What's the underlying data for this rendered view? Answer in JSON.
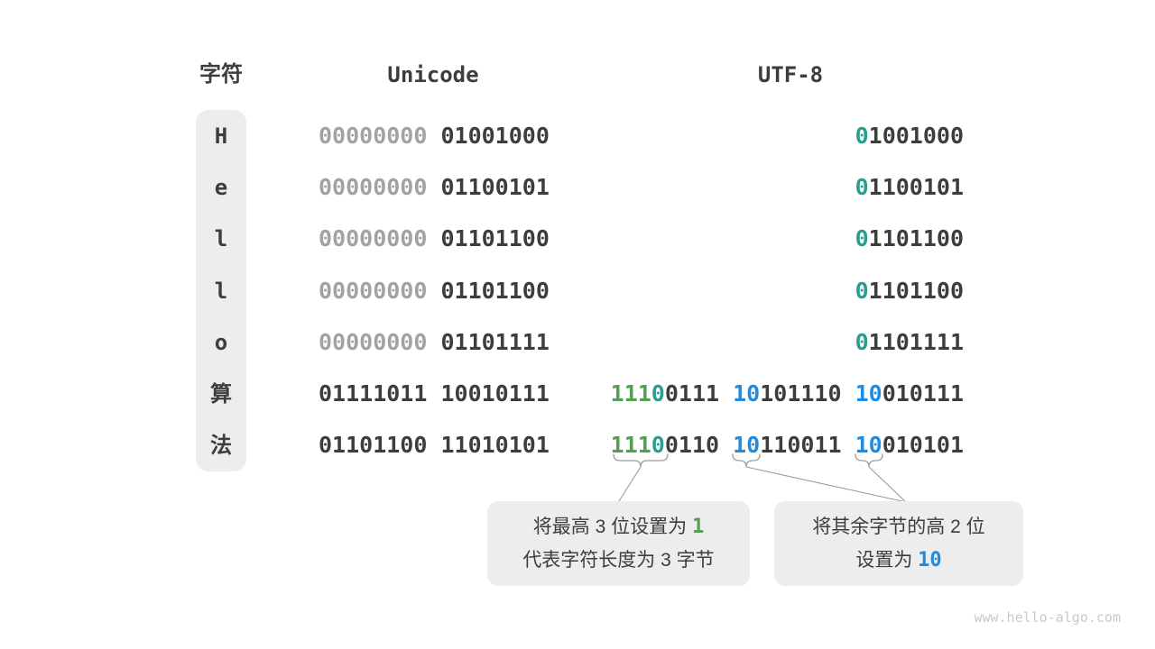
{
  "diagram": {
    "headers": {
      "char": "字符",
      "unicode": "Unicode",
      "utf8": "UTF-8"
    },
    "rows": [
      {
        "char": "H",
        "unicode": [
          {
            "t": "00000000",
            "c": "gray"
          },
          {
            "t": " 01001000",
            "c": "dark"
          }
        ],
        "utf8": [
          {
            "t": "0",
            "c": "teal"
          },
          {
            "t": "1001000",
            "c": "dark"
          }
        ]
      },
      {
        "char": "e",
        "unicode": [
          {
            "t": "00000000",
            "c": "gray"
          },
          {
            "t": " 01100101",
            "c": "dark"
          }
        ],
        "utf8": [
          {
            "t": "0",
            "c": "teal"
          },
          {
            "t": "1100101",
            "c": "dark"
          }
        ]
      },
      {
        "char": "l",
        "unicode": [
          {
            "t": "00000000",
            "c": "gray"
          },
          {
            "t": " 01101100",
            "c": "dark"
          }
        ],
        "utf8": [
          {
            "t": "0",
            "c": "teal"
          },
          {
            "t": "1101100",
            "c": "dark"
          }
        ]
      },
      {
        "char": "l",
        "unicode": [
          {
            "t": "00000000",
            "c": "gray"
          },
          {
            "t": " 01101100",
            "c": "dark"
          }
        ],
        "utf8": [
          {
            "t": "0",
            "c": "teal"
          },
          {
            "t": "1101100",
            "c": "dark"
          }
        ]
      },
      {
        "char": "o",
        "unicode": [
          {
            "t": "00000000",
            "c": "gray"
          },
          {
            "t": " 01101111",
            "c": "dark"
          }
        ],
        "utf8": [
          {
            "t": "0",
            "c": "teal"
          },
          {
            "t": "1101111",
            "c": "dark"
          }
        ]
      },
      {
        "char": "算",
        "unicode": [
          {
            "t": "01111011 10010111",
            "c": "dark"
          }
        ],
        "utf8": [
          {
            "t": "111",
            "c": "green"
          },
          {
            "t": "0",
            "c": "teal"
          },
          {
            "t": "0111 ",
            "c": "dark"
          },
          {
            "t": "10",
            "c": "blue"
          },
          {
            "t": "101110 ",
            "c": "dark"
          },
          {
            "t": "10",
            "c": "blue"
          },
          {
            "t": "010111",
            "c": "dark"
          }
        ]
      },
      {
        "char": "法",
        "unicode": [
          {
            "t": "01101100 11010101",
            "c": "dark"
          }
        ],
        "utf8": [
          {
            "t": "111",
            "c": "green"
          },
          {
            "t": "0",
            "c": "teal"
          },
          {
            "t": "0110 ",
            "c": "dark"
          },
          {
            "t": "10",
            "c": "blue"
          },
          {
            "t": "110011 ",
            "c": "dark"
          },
          {
            "t": "10",
            "c": "blue"
          },
          {
            "t": "010101",
            "c": "dark"
          }
        ]
      }
    ],
    "callouts": {
      "left": {
        "lines": [
          [
            {
              "t": "将最高 3 位设置为 ",
              "c": "dark"
            },
            {
              "t": "1",
              "c": "green",
              "mono": true
            }
          ],
          [
            {
              "t": "代表字符长度为 3 字节",
              "c": "dark"
            }
          ]
        ]
      },
      "right": {
        "lines": [
          [
            {
              "t": "将其余字节的高 2 位",
              "c": "dark"
            }
          ],
          [
            {
              "t": "设置为 ",
              "c": "dark"
            },
            {
              "t": "10",
              "c": "blue",
              "mono": true
            }
          ]
        ]
      }
    },
    "watermark": "www.hello-algo.com",
    "colors": {
      "dark": "#3d3d3d",
      "gray": "#a2a2a2",
      "green": "#529e52",
      "teal": "#2a9d8f",
      "blue": "#1e8ce2",
      "panel": "#ededed",
      "connector": "#9a9a9a",
      "watermark": "#c9c9c9"
    }
  }
}
